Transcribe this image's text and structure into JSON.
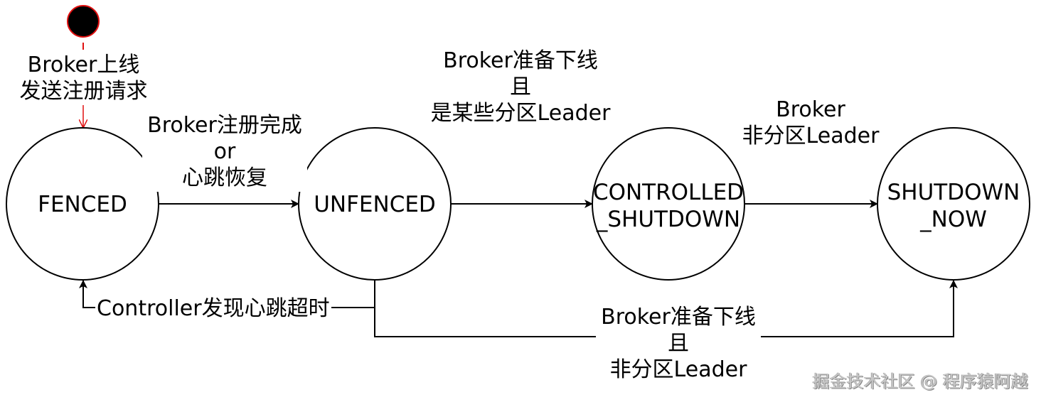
{
  "diagram": {
    "type": "state-machine",
    "colors": {
      "line": "#000000",
      "initial_edge": "#e01010",
      "initial_fill": "#000000",
      "initial_border": "#e01010",
      "watermark": "#c8c8c8"
    },
    "states": [
      {
        "id": "fenced",
        "label": "FENCED"
      },
      {
        "id": "unfenced",
        "label": "UNFENCED"
      },
      {
        "id": "controlled_shutdown",
        "label_lines": [
          "CONTROLLED",
          "_SHUTDOWN"
        ]
      },
      {
        "id": "shutdown_now",
        "label_lines": [
          "SHUTDOWN",
          "_NOW"
        ]
      }
    ],
    "transitions": [
      {
        "from": "initial",
        "to": "fenced",
        "label_lines": [
          "Broker上线",
          "发送注册请求"
        ]
      },
      {
        "from": "fenced",
        "to": "unfenced",
        "label_lines": [
          "Broker注册完成",
          "or",
          "心跳恢复"
        ]
      },
      {
        "from": "unfenced",
        "to": "controlled_shutdown",
        "label_lines": [
          "Broker准备下线",
          "且",
          "是某些分区Leader"
        ]
      },
      {
        "from": "controlled_shutdown",
        "to": "shutdown_now",
        "label_lines": [
          "Broker",
          "非分区Leader"
        ]
      },
      {
        "from": "unfenced",
        "to": "fenced",
        "label": "Controller发现心跳超时"
      },
      {
        "from": "unfenced",
        "to": "shutdown_now",
        "label_lines": [
          "Broker准备下线",
          "且",
          "非分区Leader"
        ]
      }
    ]
  },
  "watermark": "掘金技术社区 @ 程序猿阿越"
}
